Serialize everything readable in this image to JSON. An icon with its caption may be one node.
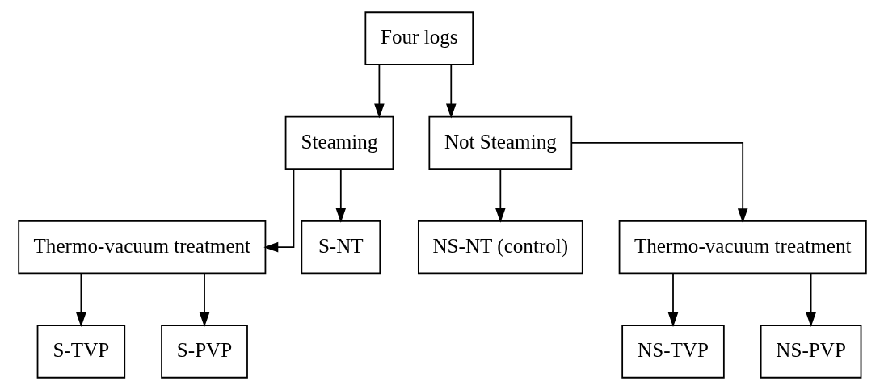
{
  "diagram": {
    "nodes": [
      {
        "text": [
          "Four logs"
        ]
      },
      {
        "text": [
          "Steaming"
        ]
      },
      {
        "text": [
          "Not Steaming"
        ]
      },
      {
        "text": [
          "Thermo-vacuum treatment"
        ]
      },
      {
        "text": [
          "S-TVP"
        ]
      },
      {
        "text": [
          "S-PVP"
        ]
      },
      {
        "text": [
          "S-NT"
        ]
      },
      {
        "text": [
          "NS-NT (control)"
        ]
      },
      {
        "text": [
          "Thermo-vacuum treatment"
        ]
      },
      {
        "text": [
          "NS-TVP"
        ]
      },
      {
        "text": [
          "NS-PVP"
        ]
      }
    ],
    "edges": [
      {
        "from": 0,
        "to": 1,
        "arrow": "to"
      },
      {
        "from": 0,
        "to": 2,
        "arrow": "to"
      },
      {
        "from": 1,
        "to": 3,
        "arrow": "to"
      },
      {
        "from": 1,
        "to": 6,
        "arrow": "to"
      },
      {
        "from": 3,
        "to": 4,
        "arrow": "to"
      },
      {
        "from": 3,
        "to": 5,
        "arrow": "to"
      },
      {
        "from": 2,
        "to": 8,
        "arrow": "to"
      },
      {
        "from": 2,
        "to": 7,
        "arrow": "to"
      },
      {
        "from": 8,
        "to": 9,
        "arrow": "to"
      },
      {
        "from": 8,
        "to": 10,
        "arrow": "to"
      }
    ]
  }
}
